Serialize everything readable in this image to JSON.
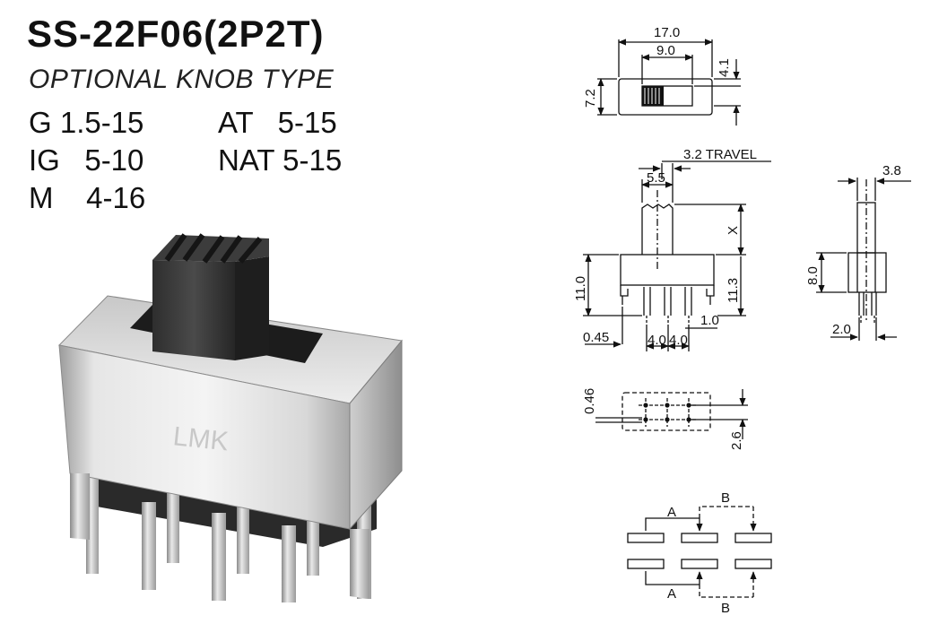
{
  "title": "SS-22F06(2P2T)",
  "subtitle": "OPTIONAL KNOB TYPE",
  "specs": {
    "g": "G 1.5-15",
    "at": "AT   5-15",
    "ig": "IG   5-10",
    "nat": "NAT 5-15",
    "m": "M    4-16"
  },
  "photo": {
    "brand": "LMK"
  },
  "top_view": {
    "width": "17.0",
    "slot": "9.0",
    "knob_offset": "4.1",
    "height": "7.2"
  },
  "side_view": {
    "travel": "3.2  TRAVEL",
    "knob_width": "5.5",
    "knob_height": "X",
    "body_height": "11.0",
    "pin_height": "11.3",
    "pin_offset": "0.45",
    "pitch_1": "4.0",
    "pitch_2": "4.0",
    "pin_width": "1.0"
  },
  "end_view": {
    "knob": "3.8",
    "height": "8.0",
    "pin": "2.0"
  },
  "footprint": {
    "hole": "0.46",
    "row_pitch": "2.6"
  },
  "schematic": {
    "label_a": "A",
    "label_b": "B"
  }
}
